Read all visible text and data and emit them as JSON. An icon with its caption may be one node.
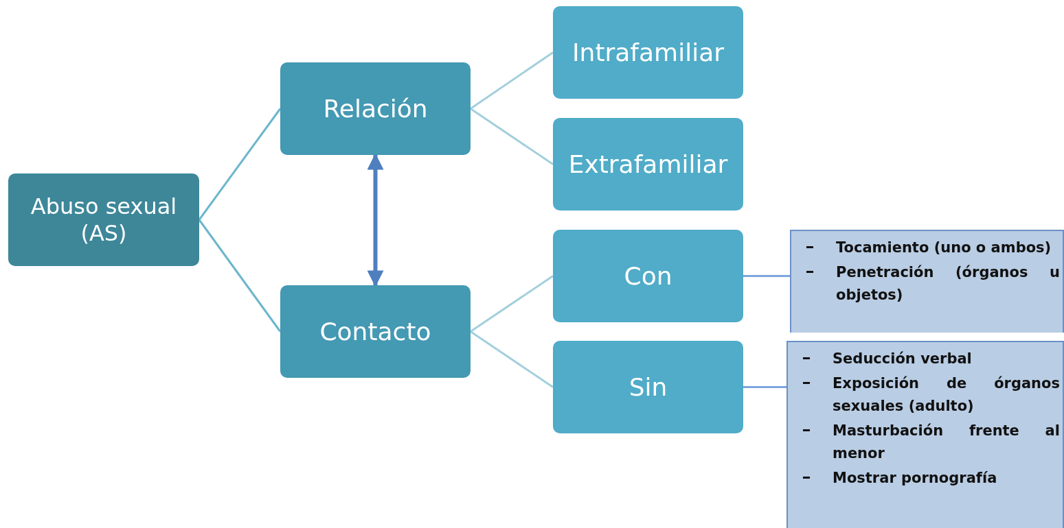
{
  "diagram": {
    "nodes": [
      {
        "text": [
          "Abuso sexual (AS)"
        ]
      },
      {
        "text": [
          "Relación"
        ]
      },
      {
        "text": [
          "Intrafamiliar"
        ]
      },
      {
        "text": [
          "Extrafamiliar"
        ]
      },
      {
        "text": [
          "Contacto"
        ]
      },
      {
        "text": [
          "Con"
        ]
      },
      {
        "text": [
          "Sin"
        ]
      },
      {
        "text": [
          "Tocamiento (uno o ambos)",
          "Penetración (órganos u objetos)"
        ]
      },
      {
        "text": [
          "Seducción verbal",
          "Exposición de órganos sexuales (adulto)",
          "Masturbación frente al menor",
          "Mostrar pornografía"
        ]
      }
    ],
    "edges": [
      {
        "from": 0,
        "to": 1,
        "arrow": "none"
      },
      {
        "from": 0,
        "to": 4,
        "arrow": "none"
      },
      {
        "from": 1,
        "to": 2,
        "arrow": "none",
        "color": "#a3cfdc"
      },
      {
        "from": 1,
        "to": 3,
        "arrow": "none",
        "color": "#a3cfdc"
      },
      {
        "from": 1,
        "to": 4,
        "arrow": "both",
        "style": "thick",
        "color": "#4f7fbf"
      },
      {
        "from": 4,
        "to": 5,
        "arrow": "none",
        "color": "#a3cfdc"
      },
      {
        "from": 4,
        "to": 6,
        "arrow": "none",
        "color": "#a3cfdc"
      },
      {
        "from": 5,
        "to": 7,
        "arrow": "none",
        "color": "#7ea6dd"
      },
      {
        "from": 6,
        "to": 8,
        "arrow": "none",
        "color": "#7ea6dd"
      }
    ]
  }
}
